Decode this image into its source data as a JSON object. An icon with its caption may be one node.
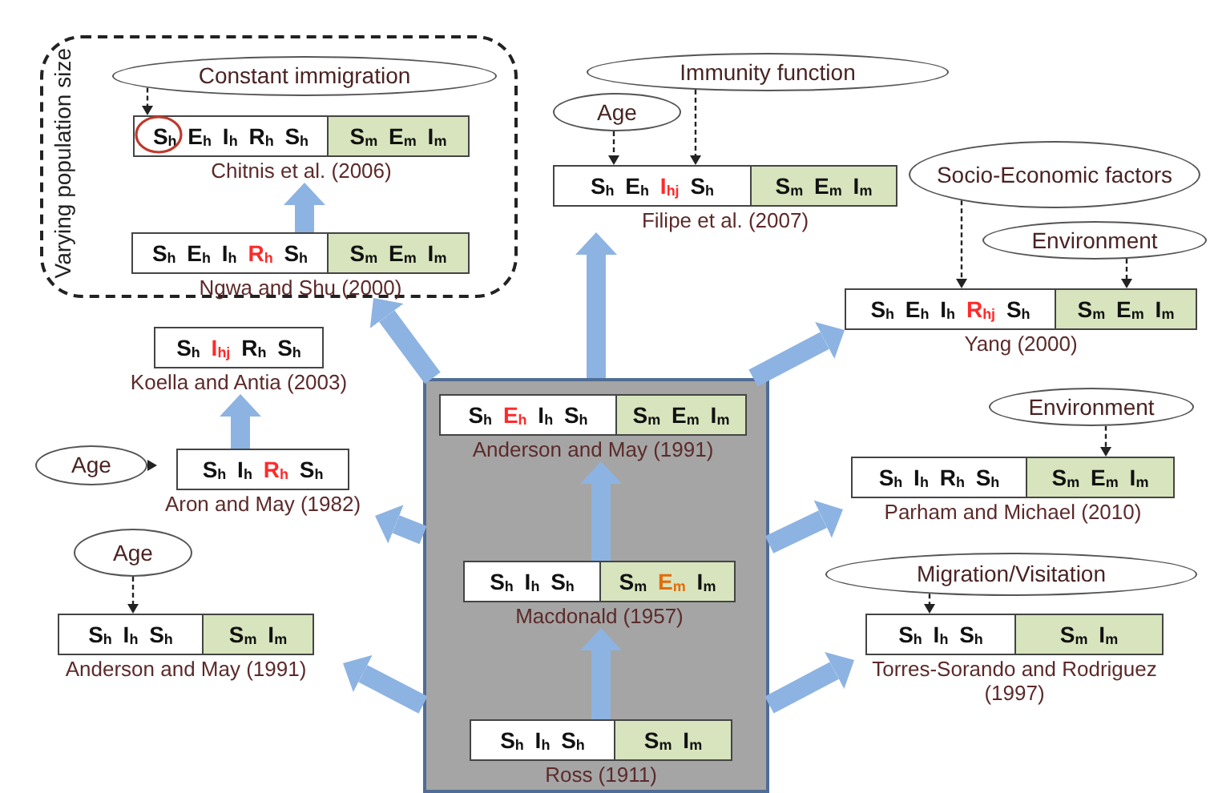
{
  "diagram": {
    "nodes": [
      {
        "text": [
          "Varying population size"
        ]
      },
      {
        "text": [
          "Constant immigration"
        ],
        "in": 0
      },
      {
        "text": [
          "S$_{h}$ E$_{h}$ I$_{h}$ R$_{h}$ S$_{h}$",
          "S$_{m}$ E$_{m}$ I$_{m}$"
        ],
        "beside": [
          "Chitnis et al. (2006)"
        ],
        "in": 0
      },
      {
        "text": [
          "S$_{h}$ E$_{h}$ I$_{h}$ **R$_{h}$** S$_{h}$",
          "S$_{m}$ E$_{m}$ I$_{m}$"
        ],
        "beside": [
          "Ngwa and Shu (2000)"
        ],
        "in": 0
      },
      {
        "text": [
          "Immunity function"
        ]
      },
      {
        "text": [
          "Age"
        ]
      },
      {
        "text": [
          "S$_{h}$ E$_{h}$ **I$_{hj}$** S$_{h}$",
          "S$_{m}$ E$_{m}$ I$_{m}$"
        ],
        "beside": [
          "Filipe et al. (2007)"
        ]
      },
      {
        "text": [
          "Socio-Economic factors"
        ]
      },
      {
        "text": [
          "Environment"
        ]
      },
      {
        "text": [
          "S$_{h}$ E$_{h}$ I$_{h}$ **R$_{hj}$** S$_{h}$",
          "S$_{m}$ E$_{m}$ I$_{m}$"
        ],
        "beside": [
          "Yang (2000)"
        ]
      },
      {
        "text": [
          "S$_{h}$ **I$_{hj}$** R$_{h}$ S$_{h}$"
        ],
        "beside": [
          "Koella and Antia (2003)"
        ]
      },
      {
        "text": [],
        "shape": "box"
      },
      {
        "text": [
          "S$_{h}$ **E$_{h}$** I$_{h}$ S$_{h}$",
          "S$_{m}$ E$_{m}$ I$_{m}$"
        ],
        "beside": [
          "Anderson and May (1991)"
        ],
        "in": 11
      },
      {
        "text": [
          "Age"
        ]
      },
      {
        "text": [
          "S$_{h}$ I$_{h}$ **R$_{h}$** S$_{h}$"
        ],
        "beside": [
          "Aron and May (1982)"
        ]
      },
      {
        "text": [
          "Environment"
        ]
      },
      {
        "text": [
          "S$_{h}$ I$_{h}$ R$_{h}$ S$_{h}$",
          "S$_{m}$ E$_{m}$ I$_{m}$"
        ],
        "beside": [
          "Parham and Michael (2010)"
        ]
      },
      {
        "text": [
          "Age"
        ]
      },
      {
        "text": [
          "S$_{h}$ I$_{h}$ S$_{h}$",
          "S$_{m}$ **E$_{m}$** I$_{m}$"
        ],
        "beside": [
          "Macdonald (1957)"
        ],
        "in": 11
      },
      {
        "text": [
          "Migration/Visitation"
        ]
      },
      {
        "text": [
          "S$_{h}$ I$_{h}$ S$_{h}$",
          "S$_{m}$ I$_{m}$"
        ],
        "beside": [
          "Anderson and May (1991)"
        ]
      },
      {
        "text": [
          "S$_{h}$ I$_{h}$ S$_{h}$",
          "S$_{m}$ I$_{m}$"
        ],
        "beside": [
          "Torres-Sorando and Rodriguez (1997)"
        ]
      },
      {
        "text": [
          "S$_{h}$ I$_{h}$ S$_{h}$",
          "S$_{m}$ I$_{m}$"
        ],
        "beside": [
          "Ross (1911)"
        ],
        "in": 11
      }
    ],
    "edges": [
      {
        "from": 1,
        "to": 2,
        "arrow": "to",
        "style": "dashed",
        "color": "#222222"
      },
      {
        "from": 5,
        "to": 6,
        "arrow": "to",
        "style": "dashed",
        "color": "#222222"
      },
      {
        "from": 4,
        "to": 6,
        "arrow": "to",
        "style": "dashed",
        "color": "#222222"
      },
      {
        "from": 7,
        "to": 9,
        "arrow": "to",
        "style": "dashed",
        "color": "#222222"
      },
      {
        "from": 8,
        "to": 9,
        "arrow": "to",
        "style": "dashed",
        "color": "#222222"
      },
      {
        "from": 13,
        "to": 14,
        "arrow": "to",
        "style": "dashed",
        "color": "#222222"
      },
      {
        "from": 15,
        "to": 16,
        "arrow": "to",
        "style": "dashed",
        "color": "#222222"
      },
      {
        "from": 17,
        "to": 20,
        "arrow": "to",
        "style": "dashed",
        "color": "#222222"
      },
      {
        "from": 19,
        "to": 21,
        "arrow": "to",
        "style": "dashed",
        "color": "#222222"
      },
      {
        "from": 3,
        "to": 2,
        "arrow": "to"
      },
      {
        "from": 14,
        "to": 10,
        "arrow": "to"
      },
      {
        "from": 11,
        "to": 0,
        "arrow": "to"
      },
      {
        "from": 11,
        "to": 6,
        "arrow": "to"
      },
      {
        "from": 11,
        "to": 9,
        "arrow": "to"
      },
      {
        "from": 11,
        "to": 14,
        "arrow": "to"
      },
      {
        "from": 11,
        "to": 16,
        "arrow": "to"
      },
      {
        "from": 11,
        "to": 20,
        "arrow": "to"
      },
      {
        "from": 11,
        "to": 21,
        "arrow": "to"
      },
      {
        "from": 22,
        "to": 18,
        "arrow": "to"
      },
      {
        "from": 18,
        "to": 12,
        "arrow": "to"
      }
    ]
  }
}
